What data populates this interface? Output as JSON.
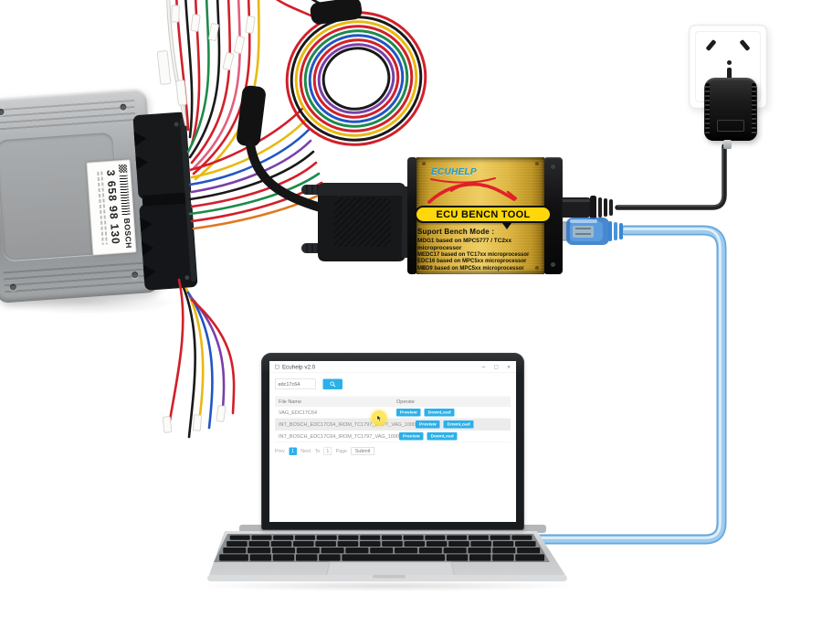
{
  "bench_tool": {
    "logo": "ECUHELP",
    "title": "ECU BENCN TOOL",
    "subtitle": "Suport Bench Mode :",
    "modes": [
      "MDG1 based on MPC5777 / TC2xx microprocessor",
      "MEDC17 based on TC17xx microprocessor",
      "EDC16 based on MPC5xx microprocessor",
      "MED9 based on MPC5xx microprocessor"
    ]
  },
  "ecu": {
    "brand": "BOSCH",
    "part_number": "3 658 98 130"
  },
  "laptop_app": {
    "window_title": "Ecuhelp v2.0",
    "window_controls": [
      "–",
      "□",
      "×"
    ],
    "search": {
      "value": "edc17c64"
    },
    "table": {
      "columns": [
        "File Name",
        "Operate"
      ],
      "rows": [
        {
          "file_name": "VAG_EDC17C64",
          "actions": [
            "Preview",
            "DownLoad"
          ]
        },
        {
          "file_name": "INT_BOSCH_EDC17C64_IROM_TC1797_EGPT_VAG_1000",
          "actions": [
            "Preview",
            "DownLoad"
          ]
        },
        {
          "file_name": "INT_BOSCH_EDC17C64_IROM_TC1797_VAG_1000",
          "actions": [
            "Preview",
            "DownLoad"
          ]
        }
      ]
    },
    "pagination": {
      "prev": "Prev",
      "current": "1",
      "next": "Next",
      "to": "To",
      "page_value": "1",
      "page": "Page",
      "submit": "Submit"
    }
  },
  "icons": {
    "search": "magnifier-icon",
    "cursor": "hand-pointer-highlight",
    "window": [
      "minimize-icon",
      "maximize-icon",
      "close-icon"
    ]
  },
  "colors": {
    "accent_blue": "#2cb0e8",
    "device_gold": "#d9a82a",
    "band_yellow": "#ffd70a",
    "brand_red": "#e02128",
    "usb_blue": "#8fc1ea",
    "cable_black": "#1c1c1e"
  }
}
